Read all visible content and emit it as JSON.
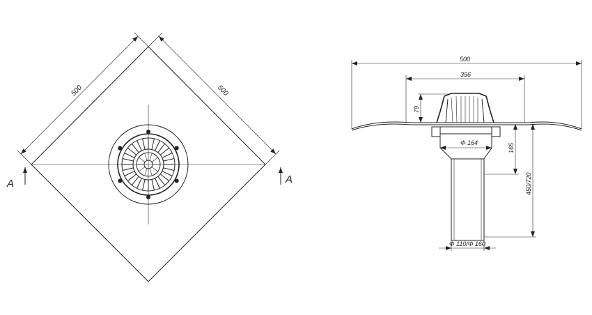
{
  "plan_view": {
    "dim_left": "500",
    "dim_right": "500",
    "section_left": "A",
    "section_right": "A"
  },
  "section_view": {
    "dim_sheet_width": "500",
    "dim_flange_width": "356",
    "dim_dome_height": "79",
    "dim_bowl_diameter": "Φ 164",
    "dim_depth": "165",
    "dim_total_height": "450/720",
    "dim_pipe_diameter": "Φ 110/Φ 160"
  }
}
